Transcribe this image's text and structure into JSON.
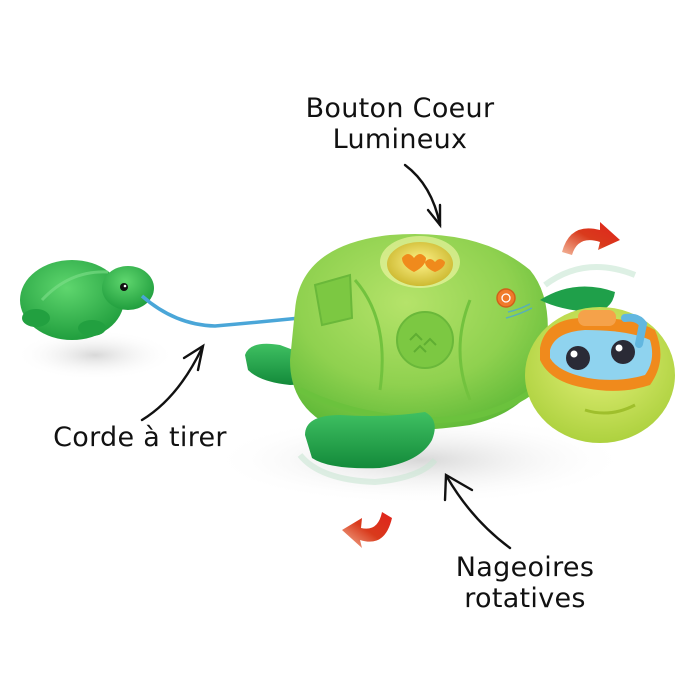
{
  "annotations": {
    "heart_button": {
      "line1": "Bouton Coeur",
      "line2": "Lumineux"
    },
    "pull_cord": {
      "text": "Corde à tirer"
    },
    "fins": {
      "line1": "Nageoires",
      "line2": "rotatives"
    }
  },
  "product": {
    "name": "Toy turtle with baby turtle on pull cord",
    "colors": {
      "shell": "#8fd14f",
      "shell_dark": "#5cb836",
      "fins": "#1fa04a",
      "baby_turtle": "#2fb84a",
      "head": "#c8e04a",
      "mask": "#f08a1c",
      "lens": "#8fd3ef",
      "cord": "#4aa6d8",
      "heart_button": "#e8d23a",
      "power_button": "#f07a2a",
      "rotation_arrow": "#e0231c",
      "callout_arrow": "#111111"
    }
  }
}
